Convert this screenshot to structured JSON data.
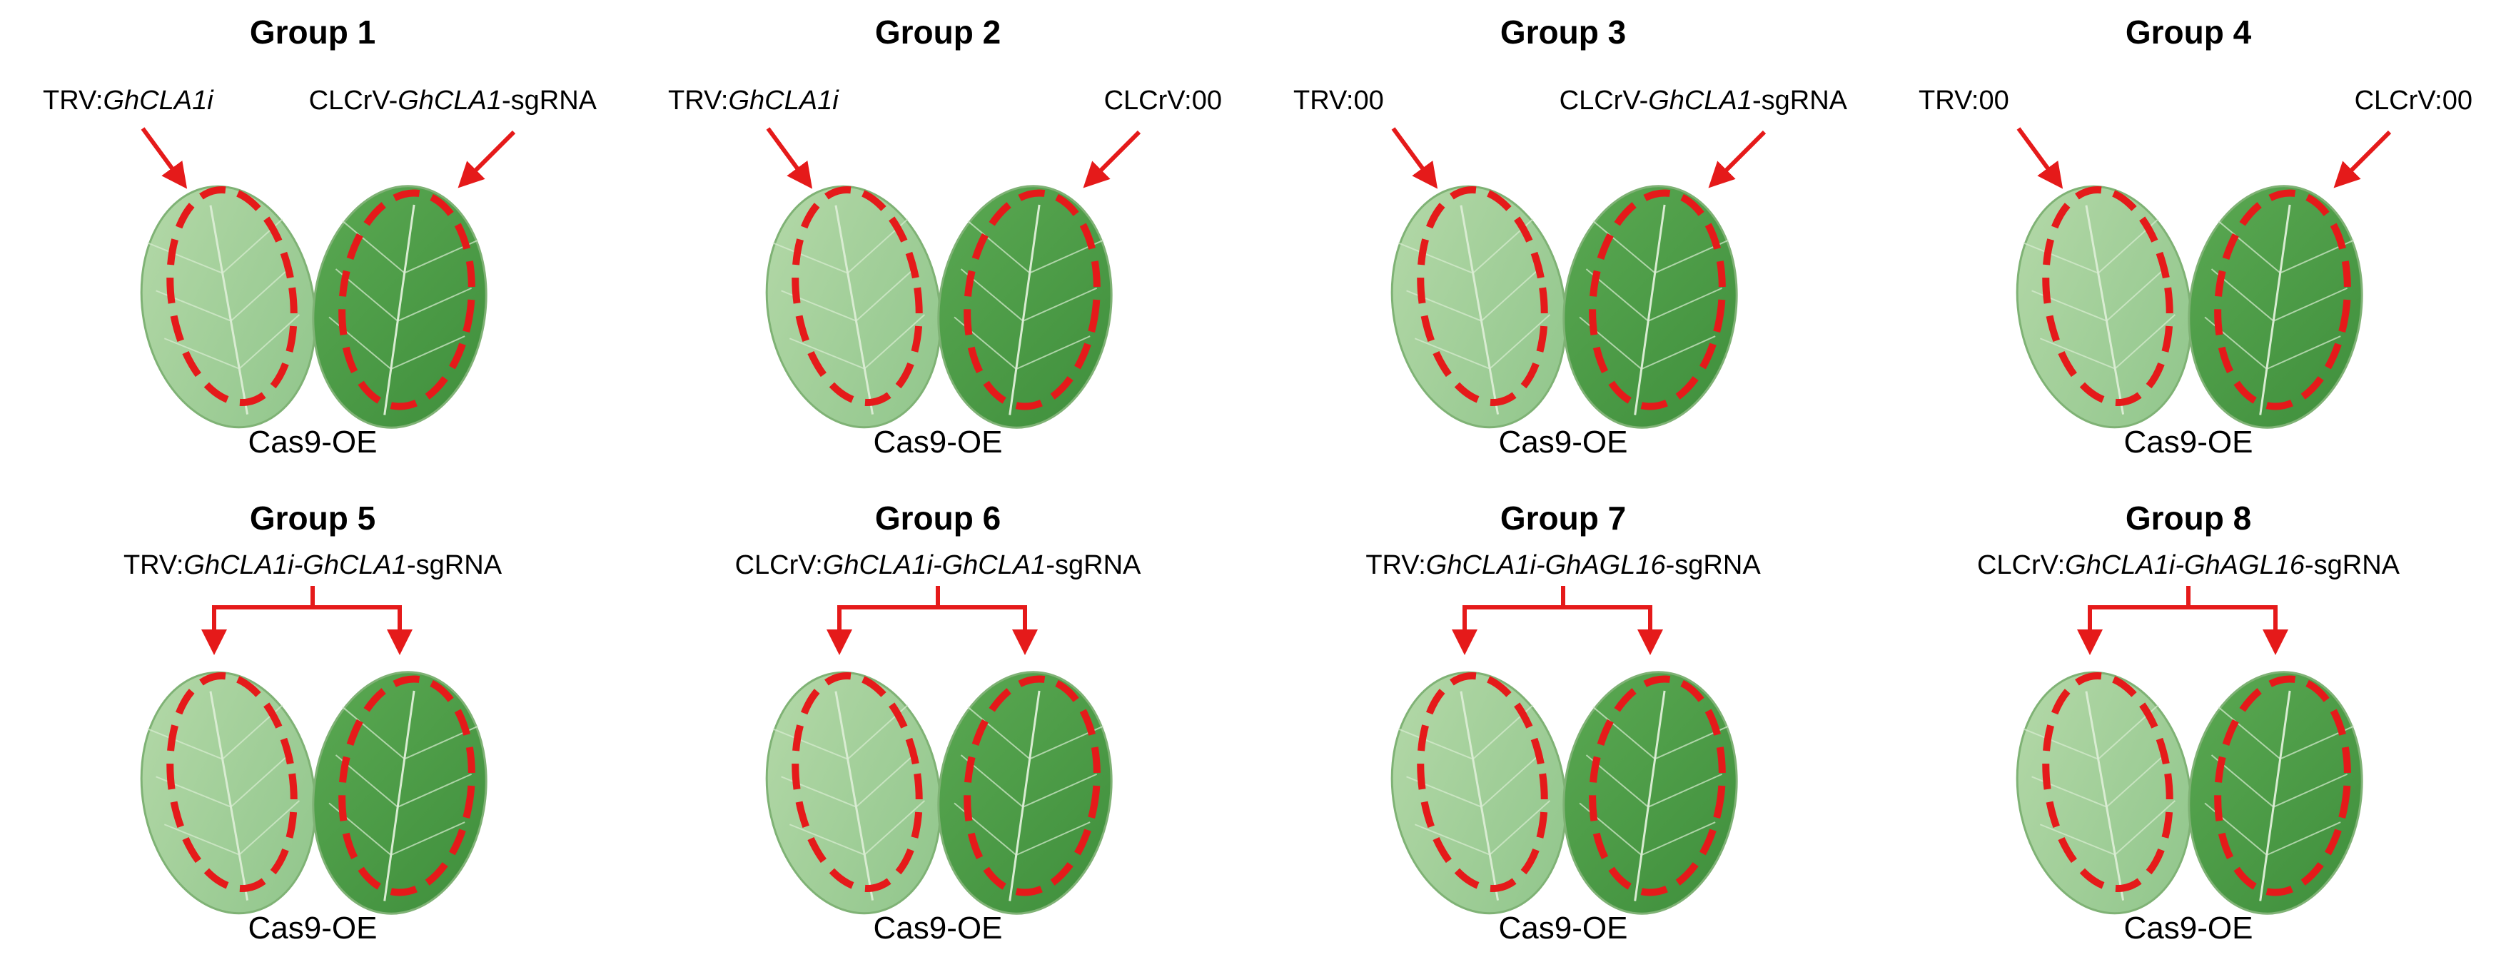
{
  "colors": {
    "leaf_light": "#8fc58a",
    "leaf_dark": "#3f8f3c",
    "vein": "#d9ecd2",
    "marker": "#e51a1a",
    "stem": "#6aa84f"
  },
  "groups": [
    {
      "title": "Group 1",
      "caption": "Cas9-OE",
      "layout": "split",
      "left_label": {
        "prefix": "TRV:",
        "italic": "GhCLA1i",
        "suffix": ""
      },
      "right_label": {
        "prefix": "CLCrV-",
        "italic": "GhCLA1",
        "suffix": "-sgRNA"
      }
    },
    {
      "title": "Group 2",
      "caption": "Cas9-OE",
      "layout": "split",
      "left_label": {
        "prefix": "TRV:",
        "italic": "GhCLA1i",
        "suffix": ""
      },
      "right_label": {
        "prefix": "CLCrV:00",
        "italic": "",
        "suffix": ""
      }
    },
    {
      "title": "Group 3",
      "caption": "Cas9-OE",
      "layout": "split",
      "left_label": {
        "prefix": "TRV:00",
        "italic": "",
        "suffix": ""
      },
      "right_label": {
        "prefix": "CLCrV-",
        "italic": "GhCLA1",
        "suffix": "-sgRNA"
      }
    },
    {
      "title": "Group 4",
      "caption": "Cas9-OE",
      "layout": "split",
      "left_label": {
        "prefix": "TRV:00",
        "italic": "",
        "suffix": ""
      },
      "right_label": {
        "prefix": "CLCrV:00",
        "italic": "",
        "suffix": ""
      }
    },
    {
      "title": "Group 5",
      "caption": "Cas9-OE",
      "layout": "joint",
      "center_label": {
        "prefix": "TRV:",
        "italic": "GhCLA1i-GhCLA1",
        "suffix": "-sgRNA"
      }
    },
    {
      "title": "Group 6",
      "caption": "Cas9-OE",
      "layout": "joint",
      "center_label": {
        "prefix": "CLCrV:",
        "italic": "GhCLA1i-GhCLA1",
        "suffix": "-sgRNA"
      }
    },
    {
      "title": "Group 7",
      "caption": "Cas9-OE",
      "layout": "joint",
      "center_label": {
        "prefix": "TRV:",
        "italic": "GhCLA1i-GhAGL16",
        "suffix": "-sgRNA"
      }
    },
    {
      "title": "Group 8",
      "caption": "Cas9-OE",
      "layout": "joint",
      "center_label": {
        "prefix": "CLCrV:",
        "italic": "GhCLA1i-GhAGL16",
        "suffix": "-sgRNA"
      }
    }
  ]
}
